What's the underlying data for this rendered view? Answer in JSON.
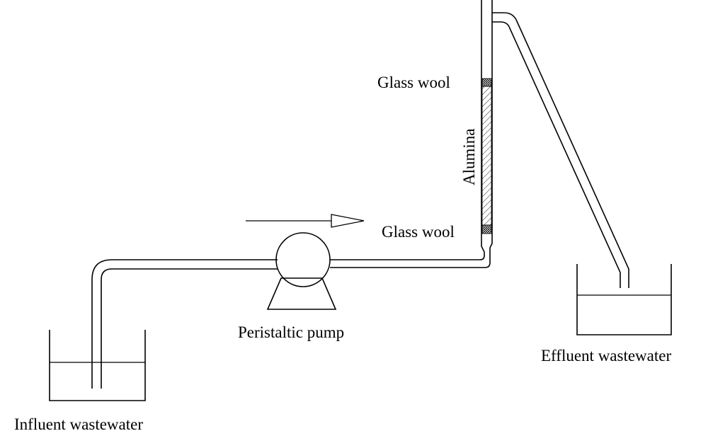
{
  "labels": {
    "influent": "Influent wastewater",
    "effluent": "Effluent wastewater",
    "pump": "Peristaltic pump",
    "glass_wool_top": "Glass wool",
    "glass_wool_bottom": "Glass wool",
    "alumina": "Alumina"
  },
  "colors": {
    "line": "#000000",
    "background": "#ffffff",
    "hatch": "#000000"
  }
}
